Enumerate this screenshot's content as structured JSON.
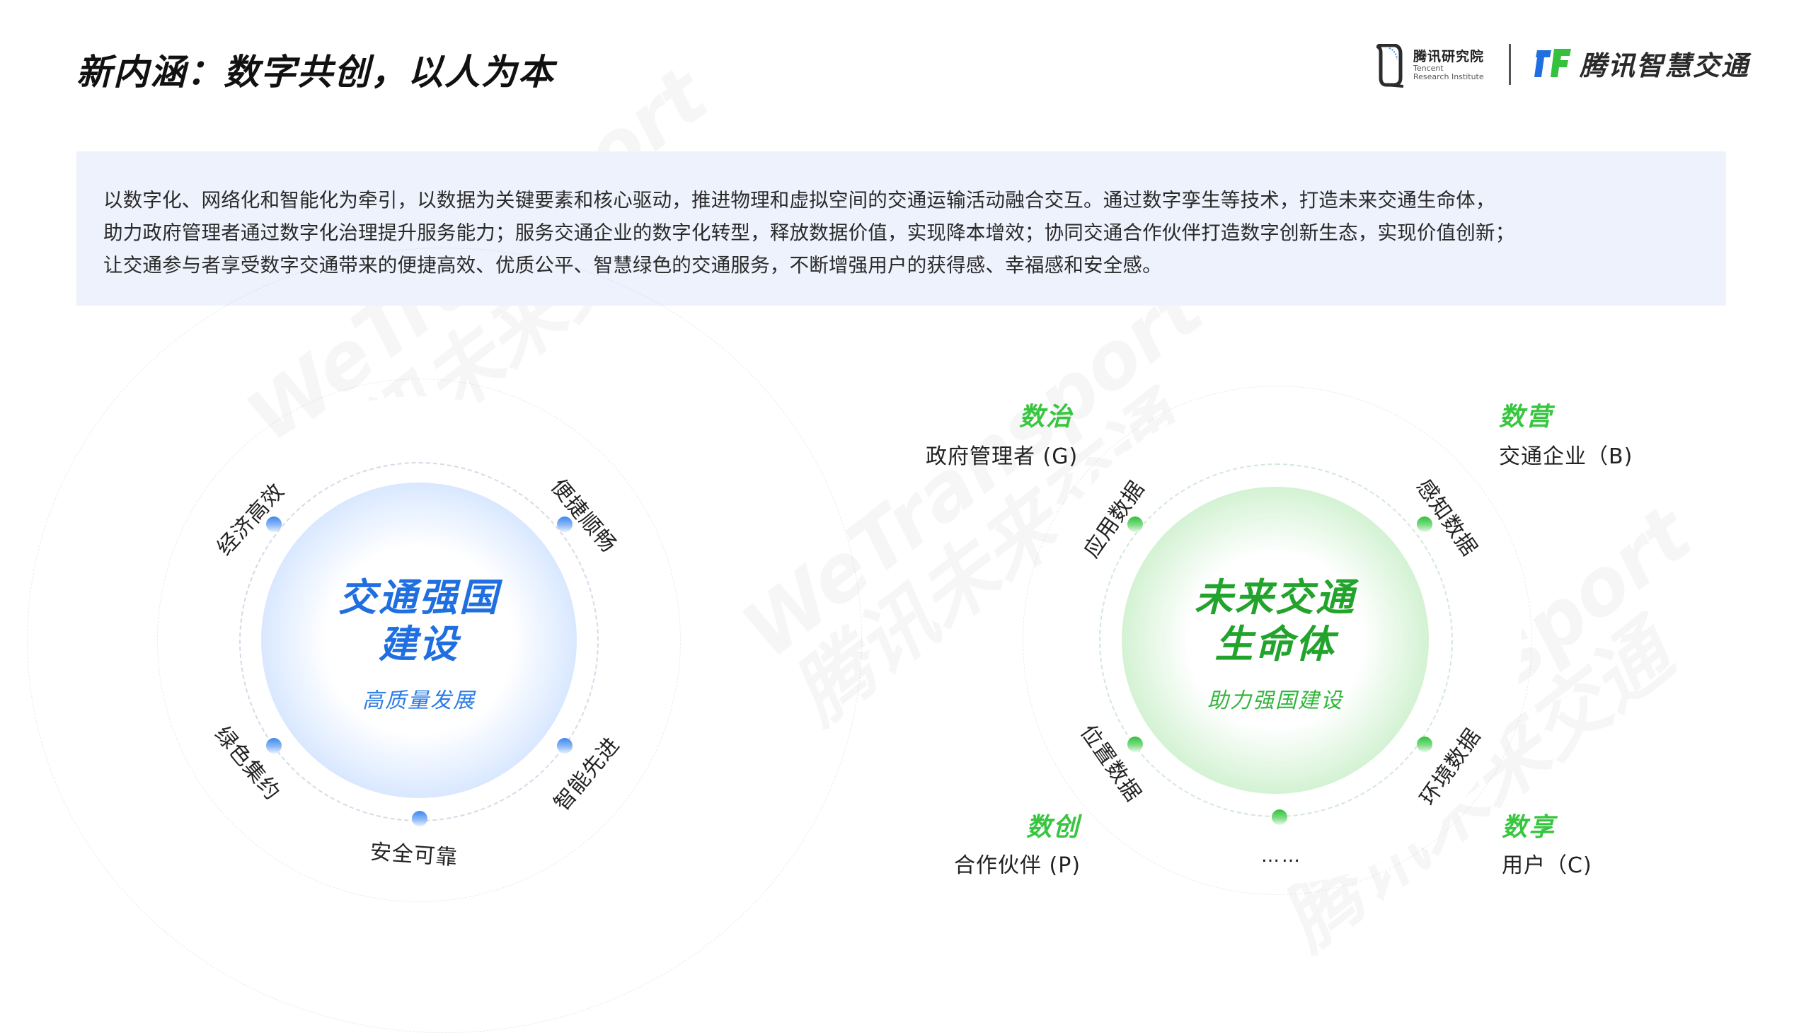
{
  "header": {
    "title": "新内涵：数字共创，以人为本",
    "logo_institute": {
      "cn": "腾讯研究院",
      "en_line1": "Tencent",
      "en_line2": "Research Institute"
    },
    "logo_transport": {
      "name": "腾讯智慧交通"
    }
  },
  "intro": {
    "lines": [
      "以数字化、网络化和智能化为牵引，以数据为关键要素和核心驱动，推进物理和虚拟空间的交通运输活动融合交互。通过数字孪生等技术，打造未来交通生命体，",
      "助力政府管理者通过数字化治理提升服务能力；服务交通企业的数字化转型，释放数据价值，实现降本增效；协同交通合作伙伴打造数字创新生态，实现价值创新；",
      "让交通参与者享受数字交通带来的便捷高效、优质公平、智慧绿色的交通服务，不断增强用户的获得感、幸福感和安全感。"
    ]
  },
  "watermark": {
    "line1": "WeTransport",
    "line2": "腾讯未来交通"
  },
  "left_diagram": {
    "title_line1": "交通强国",
    "title_line2": "建设",
    "subtitle": "高质量发展",
    "color": "#1f6fe0",
    "ring_labels": [
      {
        "label": "经济高效",
        "position": "upper-left"
      },
      {
        "label": "便捷顺畅",
        "position": "upper-right"
      },
      {
        "label": "绿色集约",
        "position": "lower-left"
      },
      {
        "label": "智能先进",
        "position": "lower-right"
      },
      {
        "label": "安全可靠",
        "position": "bottom"
      }
    ]
  },
  "right_diagram": {
    "title_line1": "未来交通",
    "title_line2": "生命体",
    "subtitle": "助力强国建设",
    "color": "#22a32c",
    "accent": "#37c63f",
    "ring_labels": [
      {
        "label": "应用数据",
        "position": "upper-left"
      },
      {
        "label": "感知数据",
        "position": "upper-right"
      },
      {
        "label": "位置数据",
        "position": "lower-left"
      },
      {
        "label": "环境数据",
        "position": "lower-right"
      },
      {
        "label": "……",
        "position": "bottom"
      }
    ],
    "corners": [
      {
        "heading": "数治",
        "text": "政府管理者 (G)",
        "position": "top-left"
      },
      {
        "heading": "数营",
        "text": "交通企业（B)",
        "position": "top-right"
      },
      {
        "heading": "数创",
        "text": "合作伙伴 (P)",
        "position": "bottom-left"
      },
      {
        "heading": "数享",
        "text": "用户（C)",
        "position": "bottom-right"
      }
    ]
  }
}
